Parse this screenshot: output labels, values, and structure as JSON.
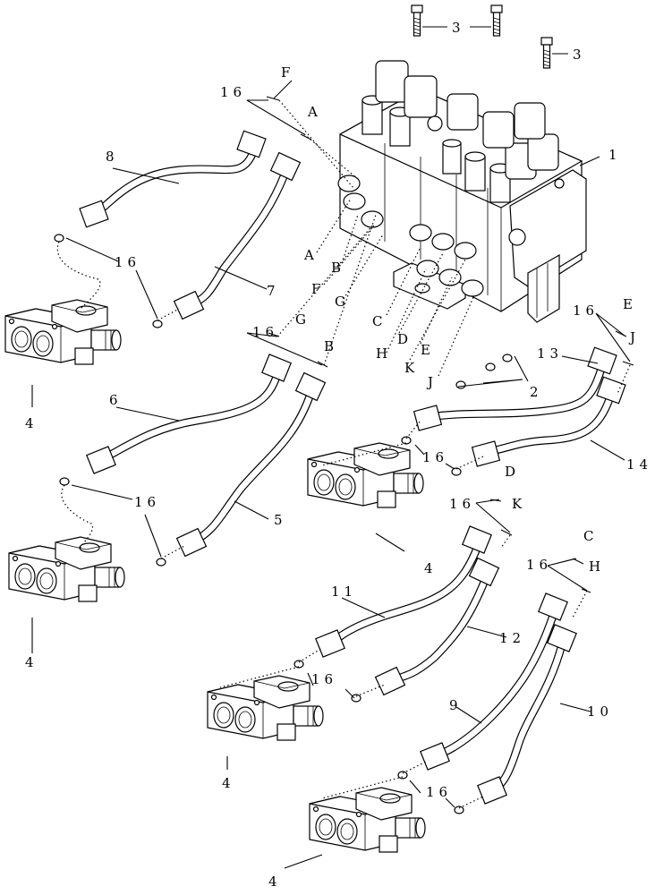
{
  "labels": {
    "l1": "1",
    "l2": "2",
    "l3a": "3",
    "l3b": "3",
    "l4a": "4",
    "l4b": "4",
    "l4c": "4",
    "l4d": "4",
    "l4e": "4",
    "l5": "5",
    "l6": "6",
    "l7": "7",
    "l8": "8",
    "l9": "9",
    "l10": "10",
    "l11": "11",
    "l12": "12",
    "l13": "13",
    "l14": "14",
    "l16a": "16",
    "l16b": "16",
    "l16c": "16",
    "l16d": "16",
    "l16e": "16",
    "l16f": "16",
    "l16g": "16",
    "l16h": "16",
    "l16i": "16",
    "l16j": "16",
    "l16k": "16",
    "l16l": "16",
    "F1": "F",
    "A1": "A",
    "G1": "G",
    "B1": "B",
    "A2": "A",
    "B2": "B",
    "F2": "F",
    "G2": "G",
    "C2": "C",
    "D2": "D",
    "H2": "H",
    "E2": "E",
    "K2": "K",
    "J2": "J",
    "E1": "E",
    "J1": "J",
    "D1": "D",
    "K1": "K",
    "C1": "C",
    "H1": "H"
  }
}
